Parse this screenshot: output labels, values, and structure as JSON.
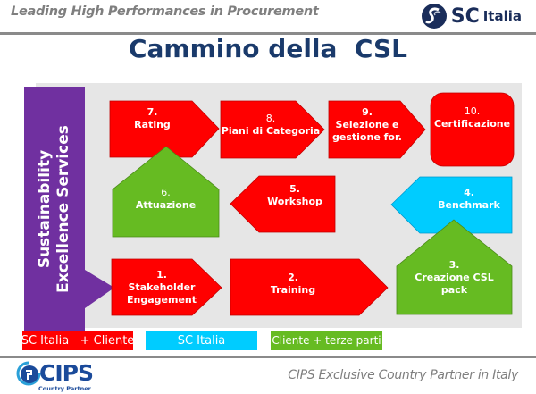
{
  "header": {
    "tagline": "Leading High Performances in Procurement",
    "logo": {
      "name": "SC",
      "suffix": "Italia"
    }
  },
  "title": "Cammino della  CSL",
  "sidebar": {
    "line1": "Sustainability",
    "line2": "Excellence Services",
    "color": "#7030a0"
  },
  "colors": {
    "red": "#ff0000",
    "cyan": "#00ccff",
    "green": "#66bb22",
    "panel": "#e6e6e6",
    "title": "#1a3a6b"
  },
  "steps": [
    {
      "num": "1.",
      "label": "Stakeholder Engagement",
      "lines": [
        "Stakeholder",
        "Engagement"
      ],
      "owner": "red"
    },
    {
      "num": "2.",
      "label": "Training",
      "lines": [
        "Training"
      ],
      "owner": "red"
    },
    {
      "num": "3.",
      "label": "Creazione CSL pack",
      "lines": [
        "Creazione CSL",
        "pack"
      ],
      "owner": "green"
    },
    {
      "num": "4.",
      "label": "Benchmark",
      "lines": [
        "Benchmark"
      ],
      "owner": "cyan"
    },
    {
      "num": "5.",
      "label": "Workshop",
      "lines": [
        "Workshop"
      ],
      "owner": "red"
    },
    {
      "num": "6.",
      "label": "Attuazione",
      "lines": [
        "Attuazione"
      ],
      "owner": "green"
    },
    {
      "num": "7.",
      "label": "Rating",
      "lines": [
        "Rating"
      ],
      "owner": "red"
    },
    {
      "num": "8.",
      "label": "Piani di Categoria",
      "lines": [
        "Piani di Categoria"
      ],
      "owner": "red"
    },
    {
      "num": "9.",
      "label": "Selezione e gestione for.",
      "lines": [
        "Selezione e",
        "gestione for."
      ],
      "owner": "red"
    },
    {
      "num": "10.",
      "label": "Certificazione",
      "lines": [
        "Certificazione"
      ],
      "owner": "red"
    }
  ],
  "legend": [
    {
      "label": "SC Italia   + Cliente",
      "color": "#ff0000"
    },
    {
      "label": "SC Italia",
      "color": "#00ccff"
    },
    {
      "label": "Cliente + terze parti",
      "color": "#66bb22"
    }
  ],
  "footer": {
    "logo": {
      "name": "CIPS",
      "sub": "Country Partner"
    },
    "text": "CIPS Exclusive Country Partner in Italy"
  }
}
